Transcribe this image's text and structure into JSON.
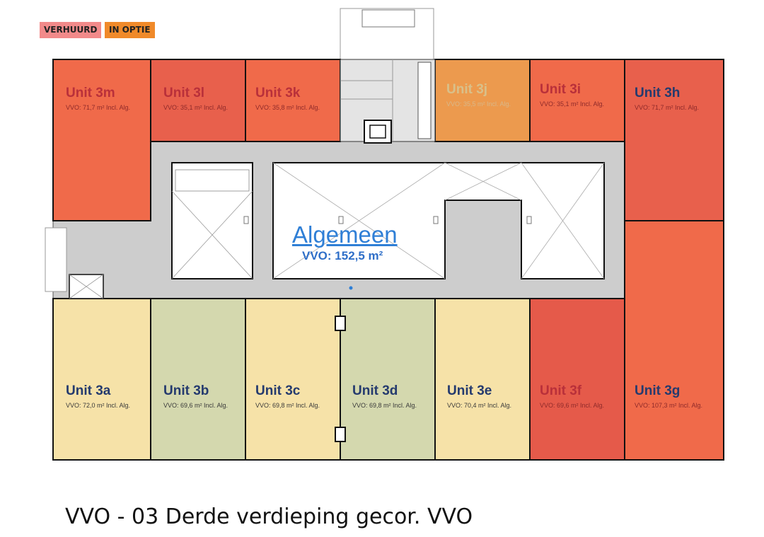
{
  "legend": [
    {
      "label": "VERHUURD",
      "color": "#f28a8a"
    },
    {
      "label": "IN OPTIE",
      "color": "#f08a2a"
    }
  ],
  "units": [
    {
      "id": "3m",
      "name": "Unit 3m",
      "area": "VVO: 71,7 m² Incl. Alg.",
      "color": "#f06a4a"
    },
    {
      "id": "3l",
      "name": "Unit 3l",
      "area": "VVO: 35,1 m² Incl. Alg.",
      "color": "#e8604c"
    },
    {
      "id": "3k",
      "name": "Unit 3k",
      "area": "VVO: 35,8 m² Incl. Alg.",
      "color": "#f06a4a"
    },
    {
      "id": "3j",
      "name": "Unit 3j",
      "area": "VVO: 35,5 m² Incl. Alg.",
      "color": "#ec9a4e"
    },
    {
      "id": "3i",
      "name": "Unit 3i",
      "area": "VVO: 35,1 m² Incl. Alg.",
      "color": "#f06a4a"
    },
    {
      "id": "3h",
      "name": "Unit 3h",
      "area": "VVO: 71,7 m² Incl. Alg.",
      "color": "#e8604c"
    },
    {
      "id": "3g",
      "name": "Unit 3g",
      "area": "VVO: 107,3 m² Incl. Alg.",
      "color": "#f06a4a"
    },
    {
      "id": "3f",
      "name": "Unit 3f",
      "area": "VVO: 69,6 m² Incl. Alg.",
      "color": "#e55a4a"
    },
    {
      "id": "3e",
      "name": "Unit 3e",
      "area": "VVO: 70,4 m² Incl. Alg.",
      "color": "#f6e2a8"
    },
    {
      "id": "3d",
      "name": "Unit 3d",
      "area": "VVO: 69,8 m² Incl. Alg.",
      "color": "#d4d8ae"
    },
    {
      "id": "3c",
      "name": "Unit 3c",
      "area": "VVO: 69,8 m² Incl. Alg.",
      "color": "#f6e2a8"
    },
    {
      "id": "3b",
      "name": "Unit 3b",
      "area": "VVO: 69,6 m² Incl. Alg.",
      "color": "#d4d8ae"
    },
    {
      "id": "3a",
      "name": "Unit 3a",
      "area": "VVO: 72,0 m² Incl. Alg.",
      "color": "#f6e2a8"
    }
  ],
  "common": {
    "name": "Algemeen",
    "area": "VVO: 152,5 m²",
    "color": "#cfcfcf"
  },
  "caption": "VVO - 03 Derde verdieping gecor. VVO"
}
